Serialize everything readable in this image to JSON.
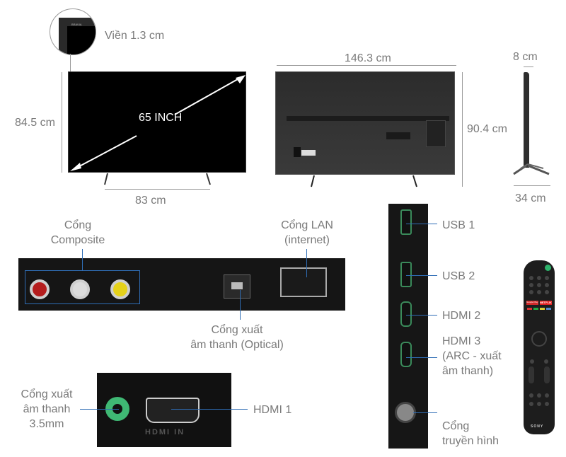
{
  "front_view": {
    "bezel_label": "Viền 1.3 cm",
    "bezel_brand": "BRAVIA",
    "screen_size": "65 INCH",
    "height": "84.5 cm",
    "stand_width": "83 cm"
  },
  "back_view": {
    "width": "146.3 cm",
    "height": "90.4 cm"
  },
  "side_view": {
    "depth_top": "8 cm",
    "stand_depth": "34 cm"
  },
  "rear_ports": {
    "composite": [
      "Cổng",
      "Composite"
    ],
    "lan": [
      "Cổng LAN",
      "(internet)"
    ],
    "optical": [
      "Cổng xuất",
      "âm thanh (Optical)"
    ]
  },
  "bottom_ports": {
    "audio_35": [
      "Cổng xuất",
      "âm thanh",
      "3.5mm"
    ],
    "hdmi1": "HDMI 1",
    "hdmi_panel_text": "HDMI IN"
  },
  "side_ports": {
    "usb1": "USB 1",
    "usb2": "USB 2",
    "hdmi2": "HDMI 2",
    "hdmi3": [
      "HDMI 3",
      "(ARC - xuất",
      "âm thanh)"
    ],
    "antenna": [
      "Cổng",
      "truyền hình"
    ]
  },
  "remote": {
    "brand": "SONY",
    "google_play": "Google Play",
    "netflix": "NETFLIX"
  }
}
